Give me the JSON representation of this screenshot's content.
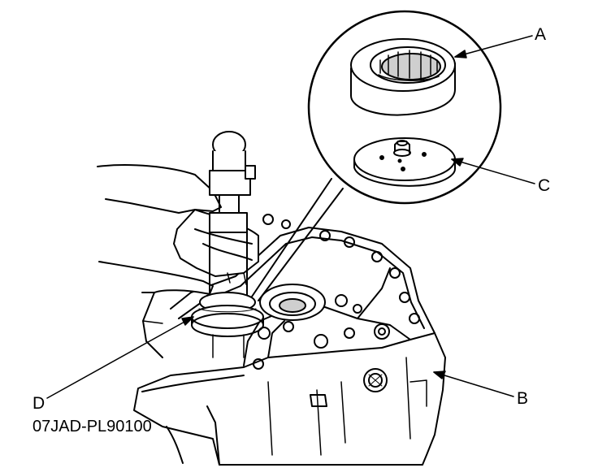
{
  "callouts": {
    "a": "A",
    "b": "B",
    "c": "C",
    "d": "D"
  },
  "figure_code": "07JAD-PL90100",
  "colors": {
    "ink": "#000000",
    "paper": "#ffffff",
    "shade": "#cfcfcf"
  }
}
